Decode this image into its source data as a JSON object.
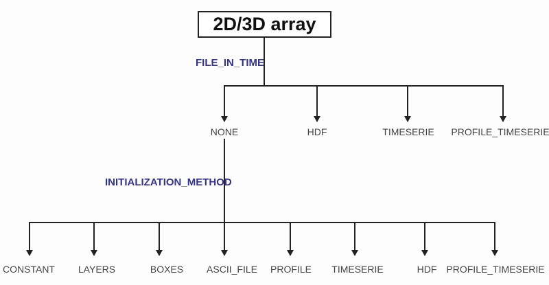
{
  "diagram": {
    "root": {
      "label": "2D/3D array"
    },
    "edges": {
      "file_in_time": {
        "label": "FILE_IN_TIME"
      },
      "initialization_method": {
        "label": "INITIALIZATION_METHOD"
      }
    },
    "level1": {
      "nodes": [
        {
          "label": "NONE"
        },
        {
          "label": "HDF"
        },
        {
          "label": "TIMESERIE"
        },
        {
          "label": "PROFILE_TIMESERIE"
        }
      ]
    },
    "level2": {
      "nodes": [
        {
          "label": "CONSTANT"
        },
        {
          "label": "LAYERS"
        },
        {
          "label": "BOXES"
        },
        {
          "label": "ASCII_FILE"
        },
        {
          "label": "PROFILE"
        },
        {
          "label": "TIMESERIE"
        },
        {
          "label": "HDF"
        },
        {
          "label": "PROFILE_TIMESERIE"
        }
      ]
    }
  },
  "colors": {
    "line": "#222222",
    "label": "#444444",
    "attribute": "#333388",
    "bg": "#fdfdfd"
  }
}
